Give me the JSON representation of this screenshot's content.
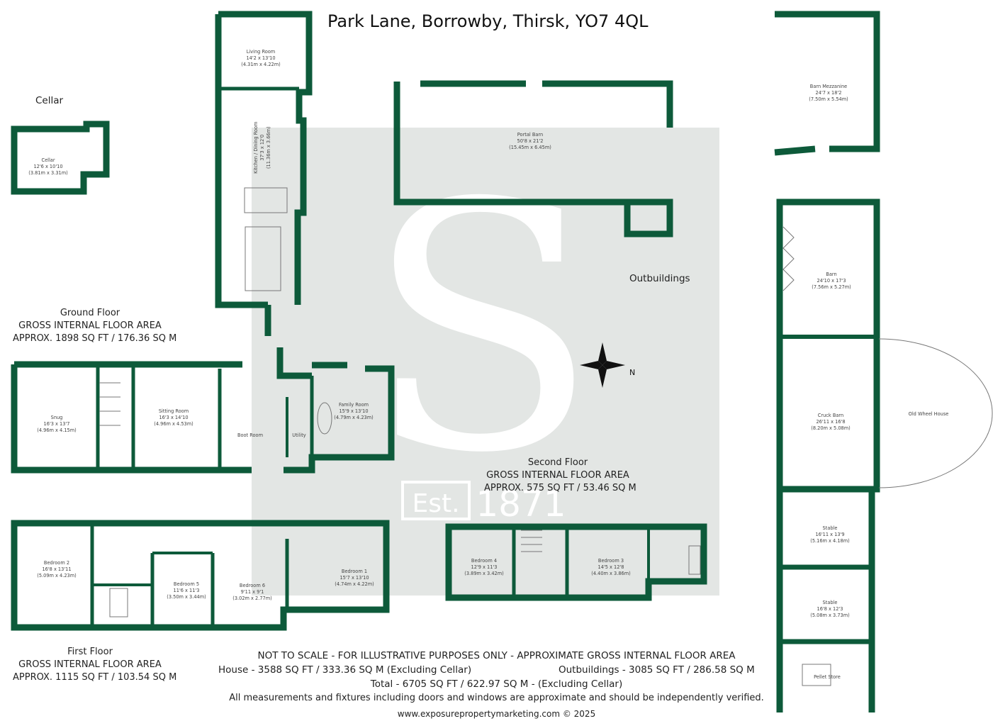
{
  "title": "Park Lane, Borrowby, Thirsk, YO7 4QL",
  "labels": {
    "cellar_heading": "Cellar",
    "outbuildings": "Outbuildings"
  },
  "floors": {
    "ground": {
      "name": "Ground Floor",
      "line1": "GROSS INTERNAL FLOOR AREA",
      "line2": "APPROX. 1898 SQ FT / 176.36 SQ M"
    },
    "first": {
      "name": "First Floor",
      "line1": "GROSS INTERNAL FLOOR AREA",
      "line2": "APPROX. 1115 SQ FT / 103.54 SQ M"
    },
    "second": {
      "name": "Second Floor",
      "line1": "GROSS INTERNAL FLOOR AREA",
      "line2": "APPROX. 575 SQ FT / 53.46 SQ M"
    }
  },
  "rooms": {
    "cellar": {
      "name": "Cellar",
      "imperial": "12'6 x 10'10",
      "metric": "(3.81m x 3.31m)"
    },
    "living": {
      "name": "Living Room",
      "imperial": "14'2 x 13'10",
      "metric": "(4.31m x 4.22m)"
    },
    "kitchen": {
      "name": "Kitchen / Dining Room",
      "imperial": "37'3 x 12'0",
      "metric": "(11.36m x 3.66m)"
    },
    "snug": {
      "name": "Snug",
      "imperial": "16'3 x 13'7",
      "metric": "(4.96m x 4.15m)"
    },
    "sitting": {
      "name": "Sitting Room",
      "imperial": "16'3 x 14'10",
      "metric": "(4.96m x 4.53m)"
    },
    "boot": {
      "name": "Boot Room"
    },
    "utility": {
      "name": "Utility"
    },
    "family": {
      "name": "Family Room",
      "imperial": "15'9 x 13'10",
      "metric": "(4.79m x 4.23m)"
    },
    "bedroom2": {
      "name": "Bedroom 2",
      "imperial": "16'8 x 13'11",
      "metric": "(5.09m x 4.23m)"
    },
    "bedroom5": {
      "name": "Bedroom 5",
      "imperial": "11'6 x 11'3",
      "metric": "(3.50m x 3.44m)"
    },
    "bedroom6": {
      "name": "Bedroom 6",
      "imperial": "9'11 x 9'1",
      "metric": "(3.02m x 2.77m)"
    },
    "bedroom1": {
      "name": "Bedroom 1",
      "imperial": "15'7 x 13'10",
      "metric": "(4.74m x 4.22m)"
    },
    "bedroom4": {
      "name": "Bedroom 4",
      "imperial": "12'9 x 11'3",
      "metric": "(3.89m x 3.42m)"
    },
    "bedroom3": {
      "name": "Bedroom 3",
      "imperial": "14'5 x 12'8",
      "metric": "(4.40m x 3.86m)"
    },
    "portal": {
      "name": "Portal Barn",
      "imperial": "50'8 x 21'2",
      "metric": "(15.45m x 6.45m)"
    },
    "mezz": {
      "name": "Barn Mezzanine",
      "imperial": "24'7 x 18'2",
      "metric": "(7.50m x 5.54m)"
    },
    "barn": {
      "name": "Barn",
      "imperial": "24'10 x 17'3",
      "metric": "(7.56m x 5.27m)"
    },
    "cruck": {
      "name": "Cruck Barn",
      "imperial": "26'11 x 16'8",
      "metric": "(8.20m x 5.08m)"
    },
    "wheel": {
      "name": "Old Wheel House"
    },
    "stable1": {
      "name": "Stable",
      "imperial": "16'11 x 13'9",
      "metric": "(5.16m x 4.18m)"
    },
    "stable2": {
      "name": "Stable",
      "imperial": "16'8 x 12'3",
      "metric": "(5.08m x 3.73m)"
    },
    "pellet": {
      "name": "Pellet Store"
    }
  },
  "watermark": {
    "letter": "S",
    "est": "Est.",
    "year": "1871"
  },
  "compass": {
    "label": "N"
  },
  "footer": {
    "line1": "NOT TO SCALE - FOR ILLUSTRATIVE PURPOSES ONLY - APPROXIMATE GROSS INTERNAL FLOOR AREA",
    "house": "House - 3588 SQ FT / 333.36 SQ M (Excluding Cellar)",
    "outbuildings": "Outbuildings - 3085 SQ FT / 286.58 SQ M",
    "total": "Total - 6705 SQ FT / 622.97 SQ M - (Excluding Cellar)",
    "disclaimer": "All measurements and fixtures including doors and windows are approximate and should be independently verified.",
    "website": "www.exposurepropertymarketing.com © 2025"
  },
  "colors": {
    "wall": "#0d5a3a",
    "watermark_bg": "#e3e6e4",
    "watermark_fg": "#ffffff"
  }
}
